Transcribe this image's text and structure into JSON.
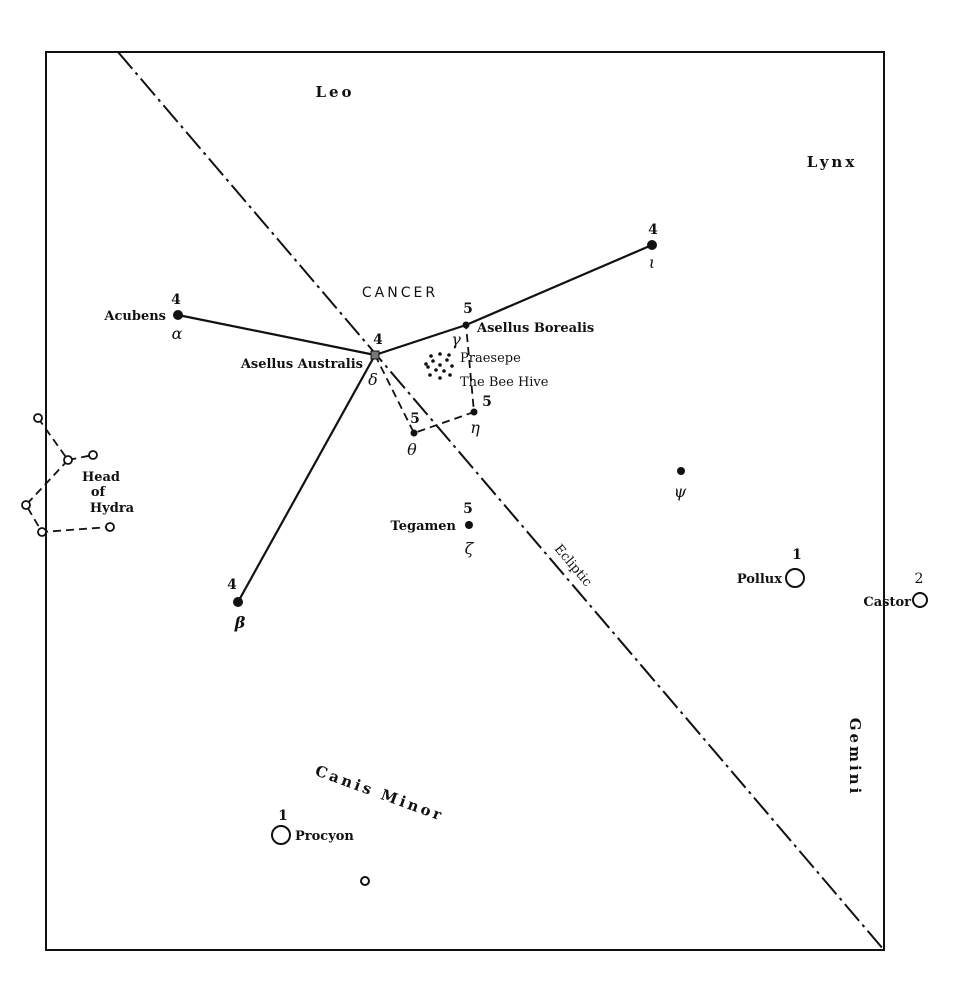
{
  "constellations": {
    "leo": "Leo",
    "lynx": "Lynx",
    "cancer": "CANCER",
    "gemini": "Gemini",
    "canis_minor": "Canis Minor",
    "hydra_head": [
      "Head",
      "of",
      "Hydra"
    ]
  },
  "ecliptic": "Ecliptic",
  "stars": {
    "iota": {
      "mag": "4",
      "greek": "ι"
    },
    "alpha": {
      "name": "Acubens",
      "mag": "4",
      "greek": "α"
    },
    "delta": {
      "name": "Asellus Australis",
      "mag": "4",
      "greek": "δ"
    },
    "gamma": {
      "name": "Asellus Borealis",
      "mag": "5",
      "greek": "γ"
    },
    "eta": {
      "mag": "5",
      "greek": "η"
    },
    "theta": {
      "mag": "5",
      "greek": "θ"
    },
    "beta": {
      "mag": "4",
      "greek": "β"
    },
    "psi": {
      "greek": "ψ"
    },
    "zeta": {
      "name": "Tegamen",
      "mag": "5",
      "greek": "ζ"
    },
    "pollux": {
      "name": "Pollux",
      "mag": "1"
    },
    "castor": {
      "name": "Castor",
      "mag": "2"
    },
    "procyon": {
      "name": "Procyon",
      "mag": "1"
    }
  },
  "cluster": {
    "name": "Praesepe",
    "alt_name": "The Bee Hive"
  }
}
